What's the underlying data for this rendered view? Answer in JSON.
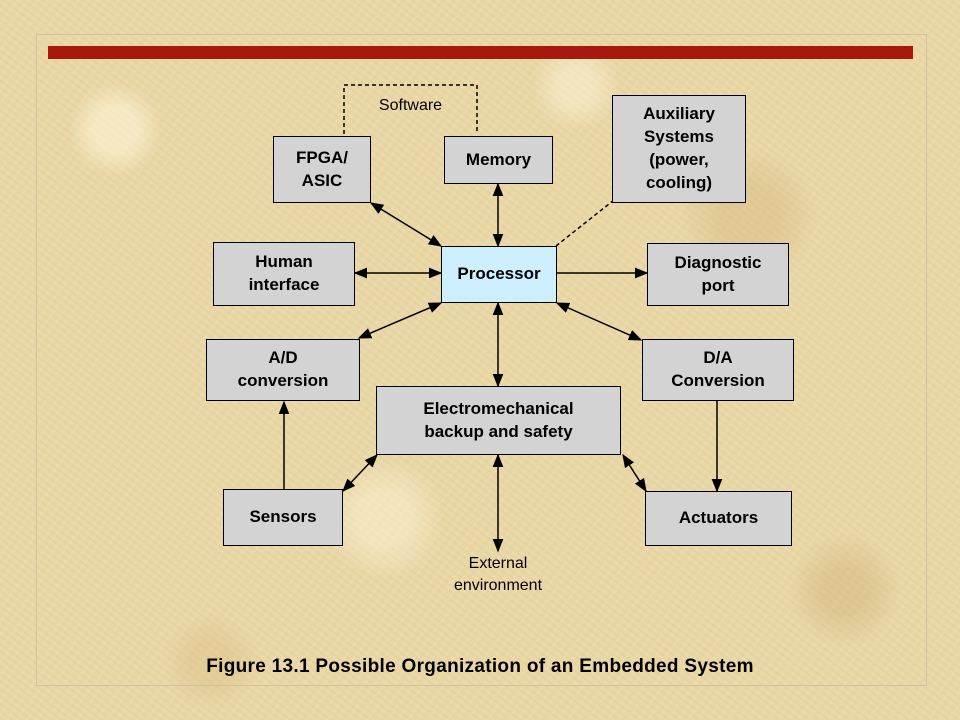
{
  "figure": {
    "caption": "Figure 13.1   Possible Organization of an Embedded System",
    "nodes": {
      "software": "Software",
      "fpga": "FPGA/\nASIC",
      "memory": "Memory",
      "auxiliary": "Auxiliary\nSystems\n(power,\ncooling)",
      "human_interface": "Human\ninterface",
      "processor": "Processor",
      "diagnostic": "Diagnostic\nport",
      "ad_conversion": "A/D\nconversion",
      "da_conversion": "D/A\nConversion",
      "electromechanical": "Electromechanical\nbackup and safety",
      "sensors": "Sensors",
      "actuators": "Actuators",
      "external": "External\nenvironment"
    }
  },
  "colors": {
    "accent_bar": "#a8180f",
    "box_fill": "#d3d3d3",
    "processor_fill": "#cdefff"
  }
}
